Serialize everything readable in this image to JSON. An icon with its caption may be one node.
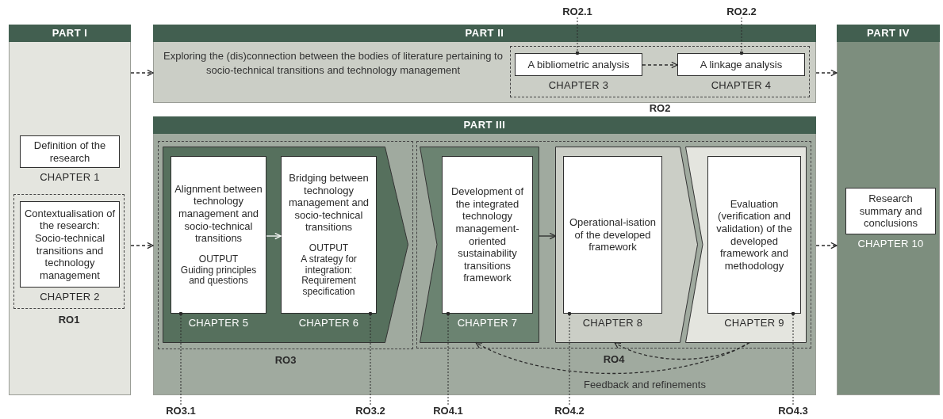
{
  "diagram": {
    "nodes": [
      {
        "text": [
          "PART I"
        ]
      },
      {
        "text": [
          "Definition of the research",
          "CHAPTER 1"
        ],
        "in": 0
      },
      {
        "text": [
          "RO1"
        ],
        "in": 0
      },
      {
        "text": [
          "Contextualisation of the research: Socio-technical transitions and technology management",
          "CHAPTER 2"
        ],
        "in": 2
      },
      {
        "text": [
          "RO2.1"
        ]
      },
      {
        "text": [
          "RO2.2"
        ]
      },
      {
        "text": [
          "PART II",
          "Exploring the (dis)connection between the bodies of literature pertaining to socio-technical transitions and  technology management"
        ]
      },
      {
        "text": [
          "RO2"
        ],
        "in": 6
      },
      {
        "text": [
          "A bibliometric analysis",
          "CHAPTER 3"
        ],
        "in": 7
      },
      {
        "text": [
          "A linkage analysis",
          "CHAPTER 4"
        ],
        "in": 7
      },
      {
        "text": [
          "PART IV"
        ]
      },
      {
        "text": [
          "Research summary and conclusions",
          "CHAPTER 10"
        ],
        "in": 10
      },
      {
        "text": [
          "PART III"
        ]
      },
      {
        "text": [
          "RO3"
        ],
        "in": 12
      },
      {
        "text": [],
        "shape": "chevron",
        "in": 13
      },
      {
        "text": [
          "Alignment between technology management and socio-technical transitions",
          "OUTPUT",
          "Guiding principles and questions",
          "CHAPTER 5"
        ],
        "in": 14
      },
      {
        "text": [
          "Bridging between technology management and socio-technical transitions",
          "OUTPUT",
          "A strategy for integration: Requirement specification",
          "CHAPTER 6"
        ],
        "in": 14
      },
      {
        "text": [
          "RO4"
        ],
        "in": 12
      },
      {
        "text": [],
        "shape": "chevron",
        "in": 17
      },
      {
        "text": [
          "Development of the integrated technology management-oriented sustainability transitions framework",
          "CHAPTER 7"
        ],
        "in": 18
      },
      {
        "text": [],
        "shape": "chevron",
        "in": 17
      },
      {
        "text": [
          "Operational-isation of the developed framework",
          "CHAPTER 8"
        ],
        "in": 20
      },
      {
        "text": [],
        "shape": "chevron",
        "in": 17
      },
      {
        "text": [
          "Evaluation (verification and validation) of the developed framework and methodology",
          "CHAPTER 9"
        ],
        "in": 22
      },
      {
        "text": [
          "RO3.1"
        ]
      },
      {
        "text": [
          "RO3.2"
        ]
      },
      {
        "text": [
          "RO4.1"
        ]
      },
      {
        "text": [
          "RO4.2"
        ]
      },
      {
        "text": [
          "RO4.3"
        ]
      }
    ],
    "edges": [
      {
        "from": 0,
        "to": 6,
        "arrow": "to",
        "style": "dashed"
      },
      {
        "from": 0,
        "to": 12,
        "arrow": "to",
        "style": "dashed"
      },
      {
        "from": 8,
        "to": 9,
        "arrow": "to",
        "style": "dashed"
      },
      {
        "from": 6,
        "to": 10,
        "arrow": "to",
        "style": "dashed"
      },
      {
        "from": 12,
        "to": 10,
        "arrow": "to",
        "style": "dashed"
      },
      {
        "from": 15,
        "to": 16,
        "arrow": "to",
        "color": "#ffffff"
      },
      {
        "from": 18,
        "to": 20,
        "arrow": "to"
      },
      {
        "from": 22,
        "to": 18,
        "arrow": "to",
        "style": "dashed",
        "label": "Feedback and refinements"
      },
      {
        "from": 22,
        "to": 20,
        "arrow": "to",
        "style": "dashed"
      },
      {
        "from": 4,
        "to": 8,
        "arrow": "other",
        "style": "dashed"
      },
      {
        "from": 5,
        "to": 9,
        "arrow": "other",
        "style": "dashed"
      },
      {
        "from": 24,
        "to": 15,
        "arrow": "other",
        "style": "dashed"
      },
      {
        "from": 25,
        "to": 16,
        "arrow": "other",
        "style": "dashed"
      },
      {
        "from": 26,
        "to": 19,
        "arrow": "other",
        "style": "dashed"
      },
      {
        "from": 27,
        "to": 21,
        "arrow": "other",
        "style": "dashed"
      },
      {
        "from": 28,
        "to": 23,
        "arrow": "other",
        "style": "dashed"
      }
    ]
  }
}
